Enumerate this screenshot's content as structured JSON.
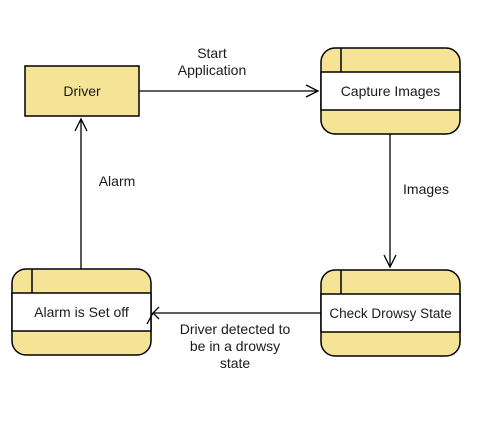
{
  "nodes": {
    "driver": "Driver",
    "capture": "Capture Images",
    "check": "Check Drowsy State",
    "alarm_off": "Alarm is Set off"
  },
  "edges": {
    "start_line1": "Start",
    "start_line2": "Application",
    "images": "Images",
    "drowsy_line1": "Driver detected to",
    "drowsy_line2": "be in a drowsy",
    "drowsy_line3": "state",
    "alarm": "Alarm"
  },
  "colors": {
    "fill": "#f5e496",
    "stroke": "#000000"
  }
}
